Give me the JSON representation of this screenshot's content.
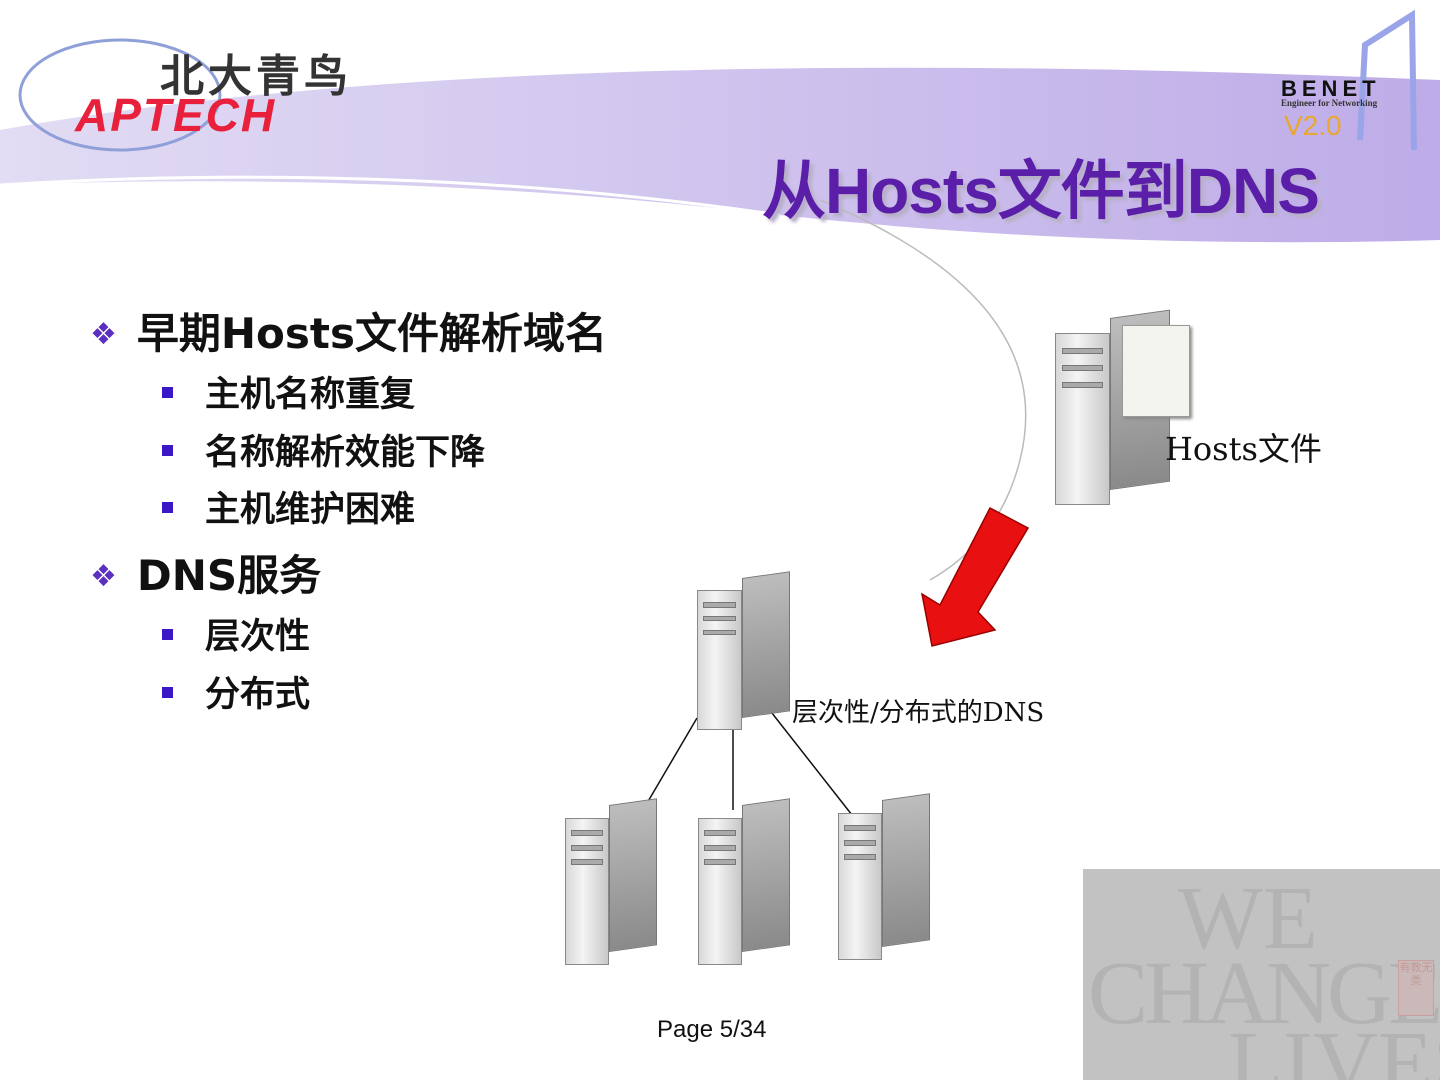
{
  "logo": {
    "cn": "北大青鸟",
    "en": "APTECH"
  },
  "benet": {
    "name": "BENET",
    "tagline": "Engineer for Networking",
    "version": "V2.0"
  },
  "title": "从Hosts文件到DNS",
  "bullets": [
    {
      "text": "早期Hosts文件解析域名",
      "items": [
        "主机名称重复",
        "名称解析效能下降",
        "主机维护困难"
      ]
    },
    {
      "text": "DNS服务",
      "items": [
        "层次性",
        "分布式"
      ]
    }
  ],
  "diagram": {
    "hosts_label": "Hosts文件",
    "dns_label": "层次性/分布式的DNS",
    "arrow_color": "#e81010"
  },
  "footer": {
    "page": "Page 5/34"
  },
  "watermark": {
    "lines": [
      "WE",
      "CHANGE",
      "LIVES"
    ],
    "seal": "有教无类"
  }
}
